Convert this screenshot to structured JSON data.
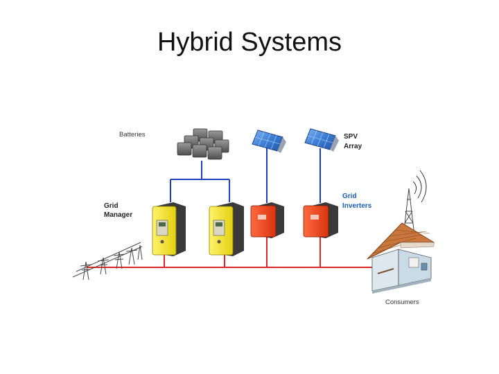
{
  "slide": {
    "title": "Hybrid Systems"
  },
  "labels": {
    "batteries": "Batteries",
    "spv_line1": "SPV",
    "spv_line2": "Array",
    "grid_inverters_line1": "Grid",
    "grid_inverters_line2": "Inverters",
    "grid_manager_line1": "Grid",
    "grid_manager_line2": "Manager",
    "consumers": "Consumers"
  },
  "colors": {
    "dc_line": "#1f3fbf",
    "ac_line": "#e02424",
    "grid_manager": "#f2e11a",
    "grid_inverter": "#e8401c",
    "battery": "#6b6b6b",
    "solar_panel": "#3d7fd6"
  }
}
